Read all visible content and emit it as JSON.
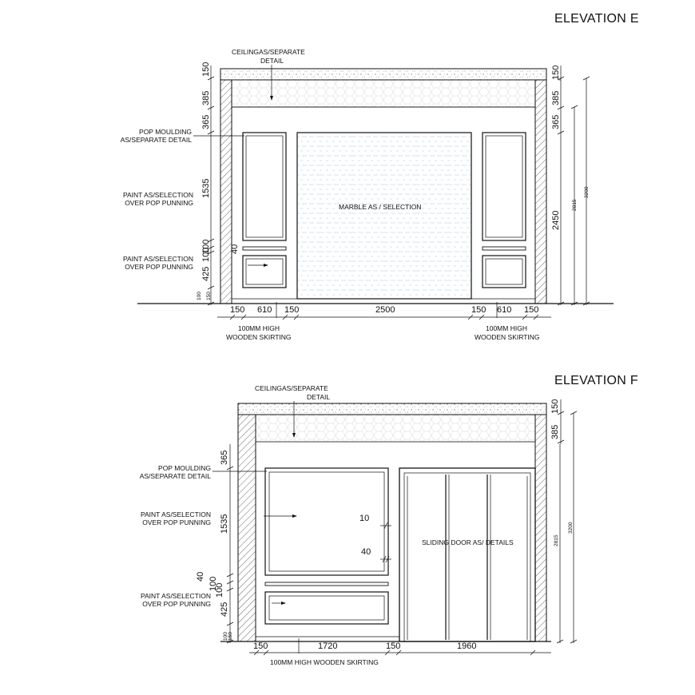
{
  "elevation_e": {
    "title": "ELEVATION E",
    "note_ceiling": [
      "CEILINGAS/SEPARATE",
      "DETAIL"
    ],
    "note_moulding": [
      "POP MOULDING",
      "AS/SEPARATE DETAIL"
    ],
    "note_paint_1": [
      "PAINT AS/SELECTION",
      "OVER POP PUNNING"
    ],
    "note_paint_2": [
      "PAINT AS/SELECTION",
      "OVER POP PUNNING"
    ],
    "note_marble": "MARBLE AS / SELECTION",
    "note_skirting_left": [
      "100MM HIGH",
      "WOODEN SKIRTING"
    ],
    "note_skirting_right": [
      "100MM HIGH",
      "WOODEN SKIRTING"
    ],
    "dims_left": [
      "150",
      "385",
      "365",
      "1535",
      "100",
      "40",
      "100",
      "425",
      "100",
      "150"
    ],
    "dims_right": [
      "150",
      "385",
      "365",
      "2450",
      "2815",
      "3200"
    ],
    "dims_bottom": [
      "150",
      "610",
      "150",
      "2500",
      "150",
      "610",
      "150"
    ]
  },
  "elevation_f": {
    "title": "ELEVATION F",
    "note_ceiling": [
      "CEILINGAS/SEPARATE",
      "DETAIL"
    ],
    "note_moulding": [
      "POP MOULDING",
      "AS/SEPARATE DETAIL"
    ],
    "note_paint_1": [
      "PAINT AS/SELECTION",
      "OVER POP PUNNING"
    ],
    "note_paint_2": [
      "PAINT AS/SELECTION",
      "OVER POP PUNNING"
    ],
    "note_door": "SLIDING DOOR AS/ DETAILS",
    "note_skirting": "100MM HIGH WOODEN SKIRTING",
    "dims_left": [
      "365",
      "1535",
      "40",
      "100",
      "100",
      "425",
      "100",
      "150"
    ],
    "dims_inner": [
      "10",
      "40"
    ],
    "dims_right": [
      "150",
      "385",
      "2815",
      "3200"
    ],
    "dims_bottom": [
      "150",
      "1720",
      "150",
      "1960"
    ]
  },
  "colors": {
    "line": "#111111",
    "marble": "#9cc8de",
    "hatch": "#444444"
  }
}
